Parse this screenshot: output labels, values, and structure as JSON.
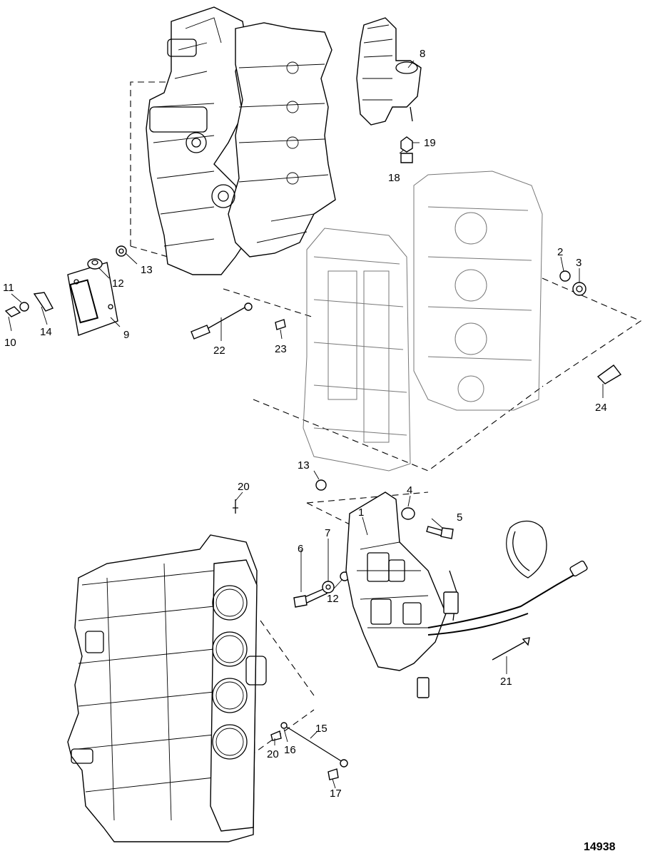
{
  "callouts": {
    "c1": "1",
    "c2": "2",
    "c3": "3",
    "c4": "4",
    "c5": "5",
    "c6": "6",
    "c7": "7",
    "c8": "8",
    "c9": "9",
    "c10": "10",
    "c11": "11",
    "c12a": "12",
    "c12b": "12",
    "c13a": "13",
    "c13b": "13",
    "c14": "14",
    "c15": "15",
    "c16": "16",
    "c17": "17",
    "c18": "18",
    "c19": "19",
    "c20a": "20",
    "c20b": "20",
    "c21": "21",
    "c22": "22",
    "c23": "23",
    "c24": "24"
  },
  "figure_number": "14938"
}
